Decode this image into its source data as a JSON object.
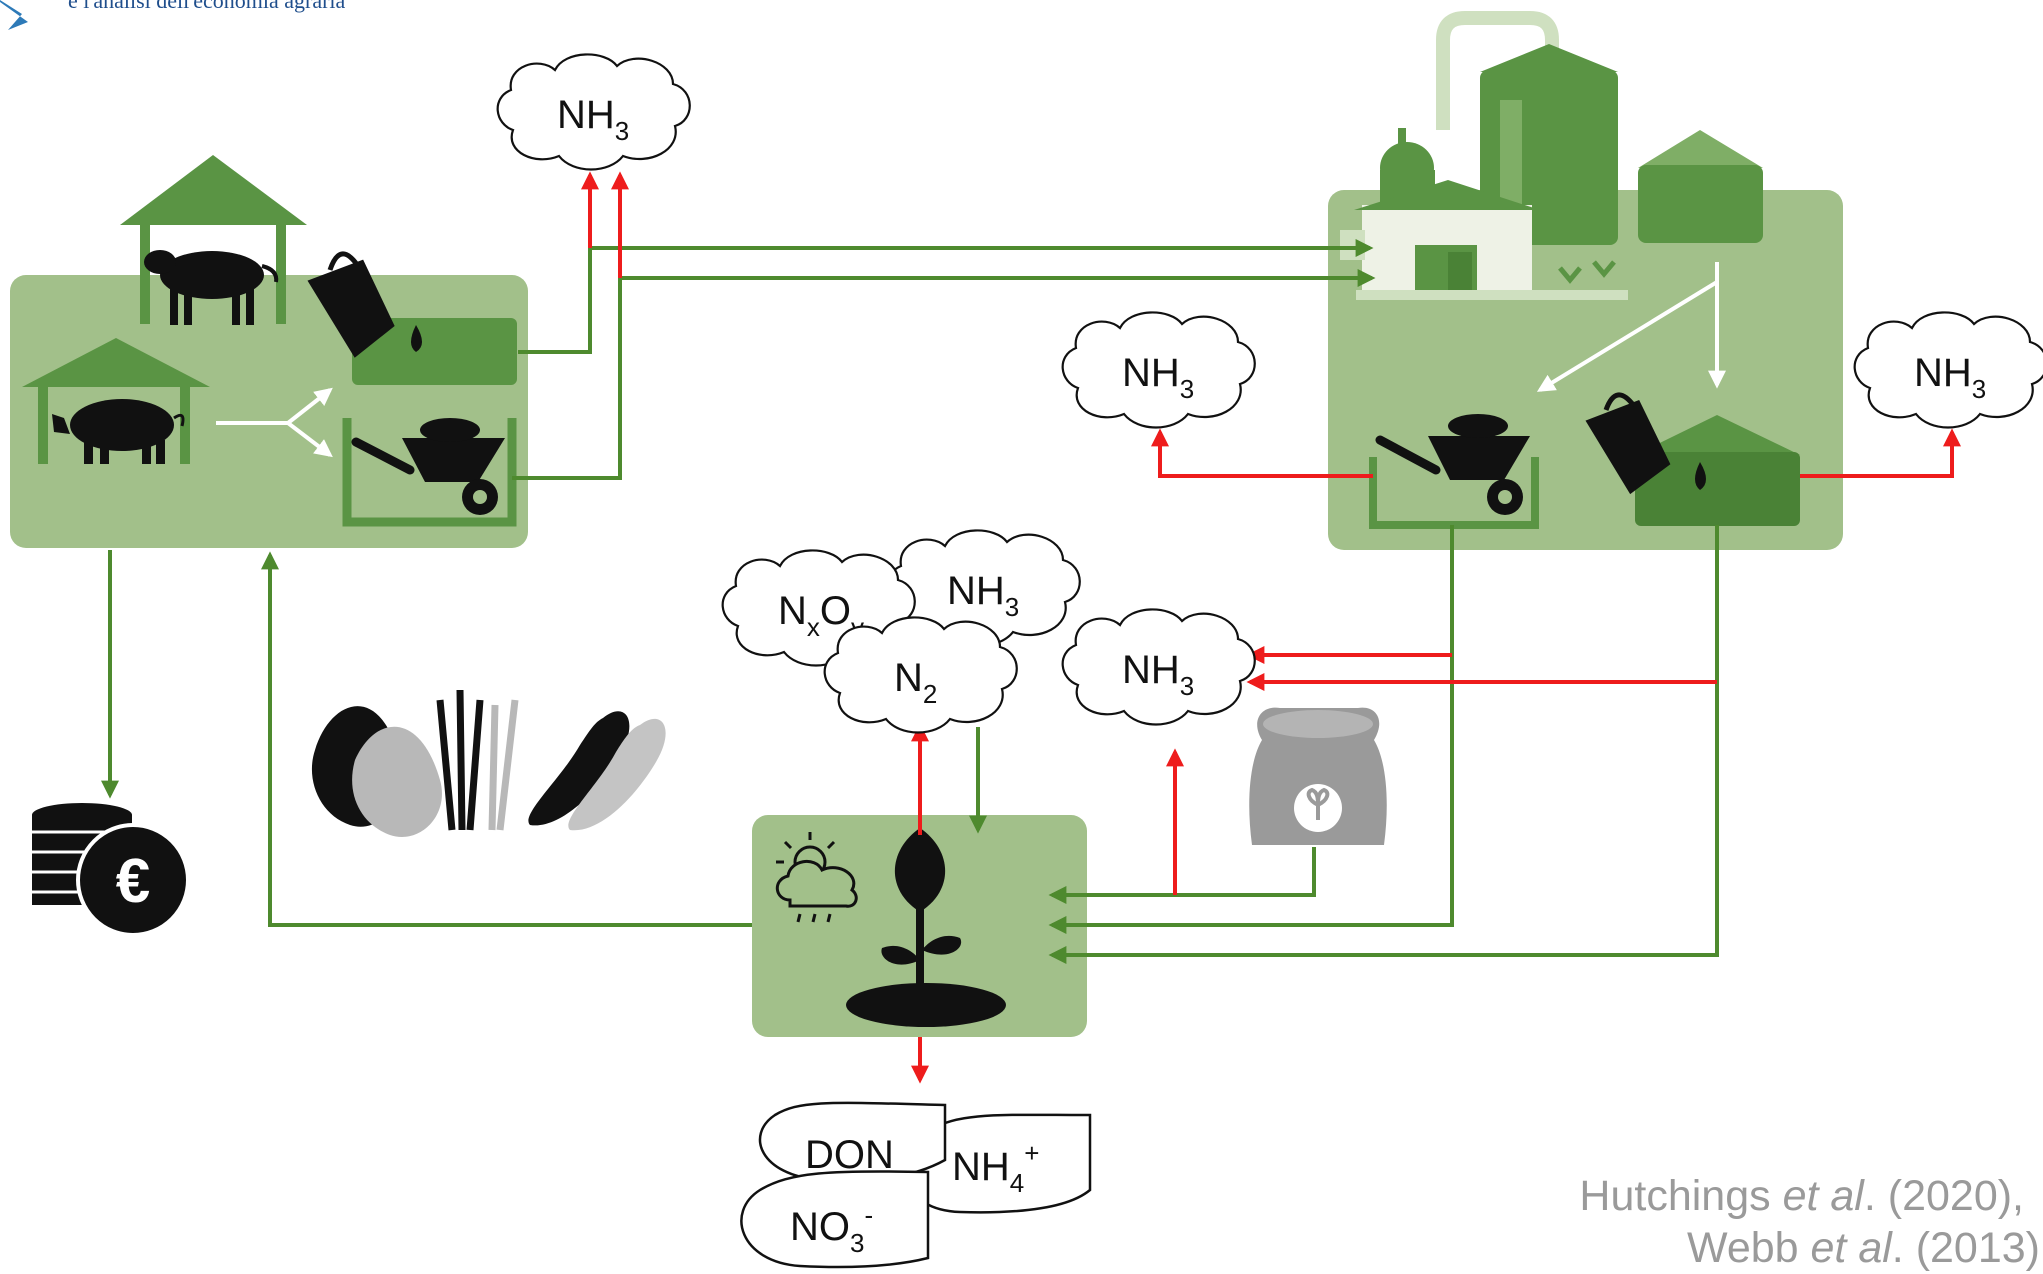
{
  "header": {
    "logo_text": "e l'analisi dell'economia agraria"
  },
  "clouds": {
    "farm_top": {
      "main": "NH",
      "sub": "3"
    },
    "biogas_left": {
      "main": "NH",
      "sub": "3"
    },
    "biogas_right": {
      "main": "NH",
      "sub": "3"
    },
    "field_nh3": {
      "main": "NH",
      "sub": "3"
    },
    "spread_nh3": {
      "main": "NH",
      "sub": "3"
    },
    "nxoy": {
      "n": "N",
      "x": "x",
      "o": "O",
      "y": "y"
    },
    "n2": {
      "main": "N",
      "sub": "2"
    }
  },
  "leaching": {
    "don": "DON",
    "nh4": {
      "main": "NH",
      "sub": "4",
      "sup": "+"
    },
    "no3": {
      "main": "NO",
      "sub": "3",
      "sup": "-"
    }
  },
  "citation": {
    "line1_a": "Hutchings ",
    "line1_b": "et al",
    "line1_c": ". (2020),",
    "line2_a": "Webb ",
    "line2_b": "et al",
    "line2_c": ". (2013)"
  },
  "colors": {
    "panel_green": "#a2c08a",
    "dark_green": "#5a9444",
    "flow_green": "#4e8a2e",
    "emission_red": "#ee1c1c",
    "icon_black": "#111111",
    "icon_grey": "#9a9a9a"
  },
  "icons": [
    "cow-icon",
    "pig-icon",
    "barn-icon",
    "slurry-bucket-icon",
    "wheelbarrow-icon",
    "biogas-plant-icon",
    "fertilizer-bag-icon",
    "plant-sprout-icon",
    "weather-icon",
    "crops-icon",
    "euro-coins-icon"
  ]
}
